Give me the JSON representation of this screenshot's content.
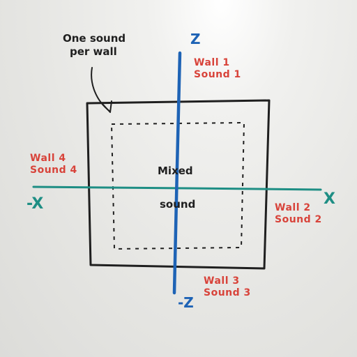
{
  "annotation": {
    "line1": "One sound",
    "line2": "per wall"
  },
  "center_label": {
    "top": "Mixed",
    "bottom": "sound"
  },
  "axes": {
    "z_pos": "Z",
    "z_neg": "-Z",
    "x_pos": "X",
    "x_neg": "-X"
  },
  "walls": [
    {
      "wall": "Wall 1",
      "sound": "Sound 1"
    },
    {
      "wall": "Wall 2",
      "sound": "Sound 2"
    },
    {
      "wall": "Wall 3",
      "sound": "Sound 3"
    },
    {
      "wall": "Wall 4",
      "sound": "Sound 4"
    }
  ],
  "colors": {
    "ink_black": "#1f1f1f",
    "ink_red": "#d8433a",
    "ink_blue": "#1e63b5",
    "ink_teal": "#1e8e84"
  }
}
